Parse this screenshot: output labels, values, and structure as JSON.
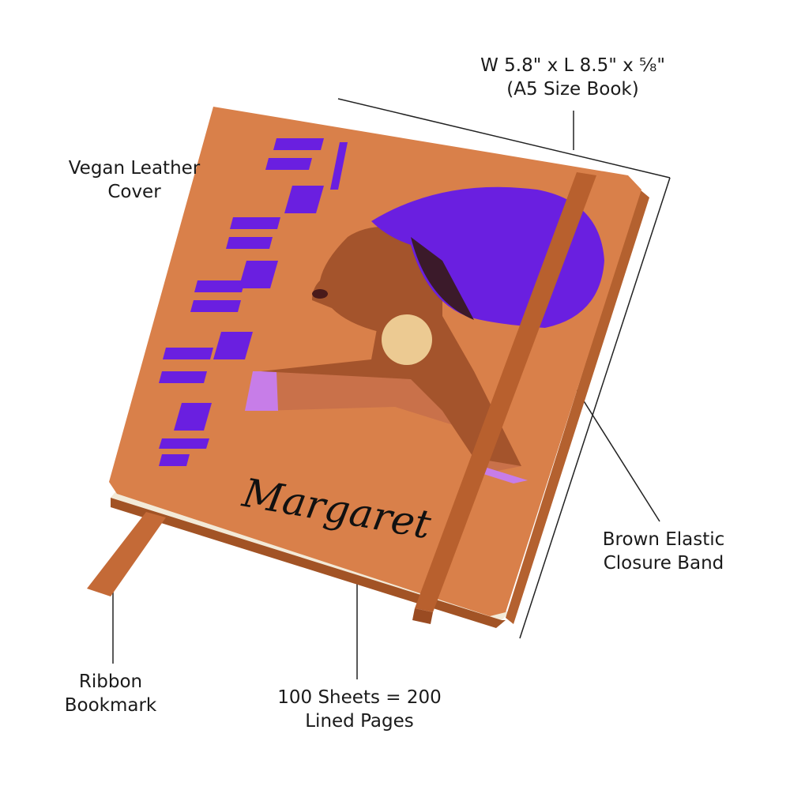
{
  "labels": {
    "dimensions": "W 5.8\" x L 8.5\" x ⅝\"\n(A5 Size Book)",
    "cover": "Vegan Leather\nCover",
    "band": "Brown Elastic\nClosure Band",
    "ribbon": "Ribbon\nBookmark",
    "pages": "100 Sheets = 200\nLined Pages"
  },
  "notebook": {
    "name": "Margaret"
  },
  "colors": {
    "leather": "#d9804a",
    "purple": "#6a1fe0",
    "skin": "#a4542c",
    "band": "#b8602e",
    "pages": "#f3ead8"
  }
}
